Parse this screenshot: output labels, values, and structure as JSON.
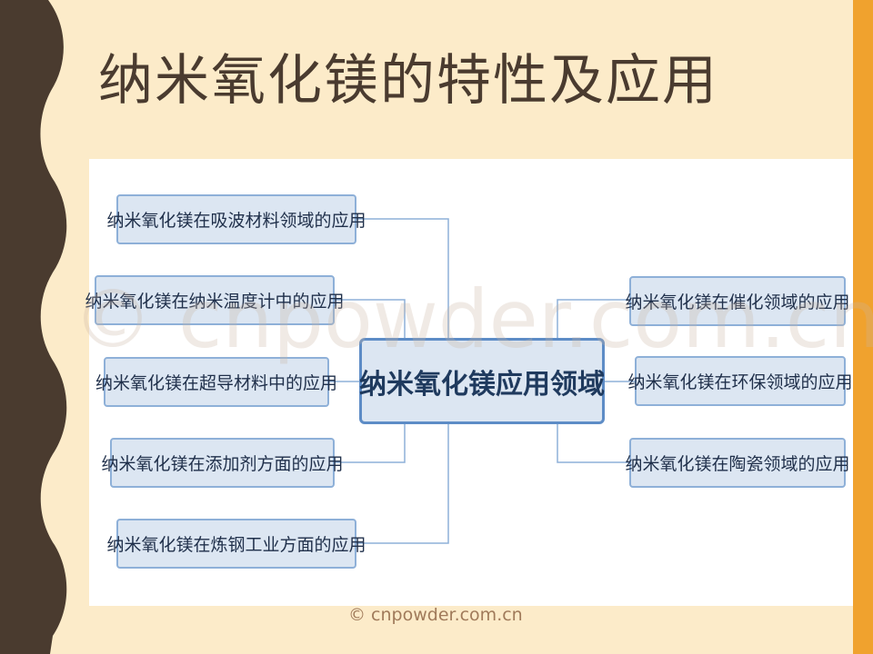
{
  "slide": {
    "title": "纳米氧化镁的特性及应用",
    "watermark": "© cnpowder.com.cn",
    "footer": "© cnpowder.com.cn",
    "colors": {
      "background": "#fcebc9",
      "left_band": "#4a3b2f",
      "right_band": "#f0a22e",
      "node_fill": "#dce6f2",
      "node_border": "#8eb0d8"
    }
  },
  "mindmap": {
    "center": "纳米氧化镁应用领域",
    "left": [
      "纳米氧化镁在吸波材料领域的应用",
      "纳米氧化镁在纳米温度计中的应用",
      "纳米氧化镁在超导材料中的应用",
      "纳米氧化镁在添加剂方面的应用",
      "纳米氧化镁在炼钢工业方面的应用"
    ],
    "right": [
      "纳米氧化镁在催化领域的应用",
      "纳米氧化镁在环保领域的应用",
      "纳米氧化镁在陶瓷领域的应用"
    ]
  }
}
